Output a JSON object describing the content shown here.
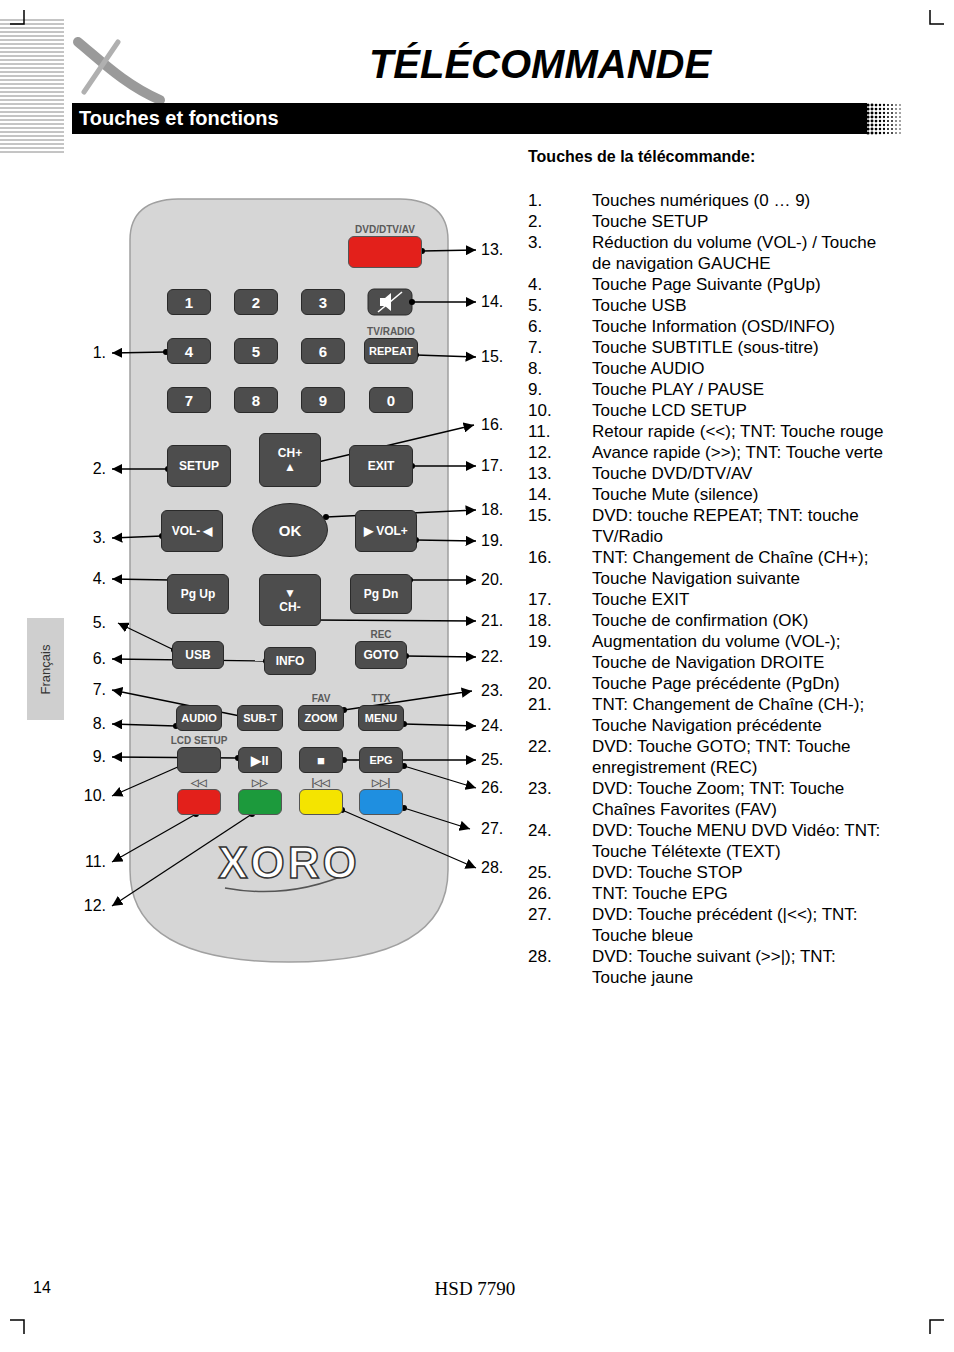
{
  "diagram": {
    "title": "TÉLÉCOMMANDE",
    "nodes": [
      {
        "text": [
          "Touches et fonctions"
        ]
      },
      {
        "text": [
          "Français"
        ]
      },
      {
        "text": [
          "XORO"
        ]
      },
      {
        "text": [
          "DVD/DTV/AV"
        ],
        "in": 2
      },
      {
        "text": [
          "1"
        ],
        "in": 2
      },
      {
        "text": [
          "2"
        ],
        "in": 2
      },
      {
        "text": [
          "3"
        ],
        "in": 2
      },
      {
        "text": [
          "4"
        ],
        "in": 2
      },
      {
        "text": [
          "5"
        ],
        "in": 2
      },
      {
        "text": [
          "6"
        ],
        "in": 2
      },
      {
        "text": [
          "TV/RADIO",
          "REPEAT"
        ],
        "in": 2
      },
      {
        "text": [
          "7"
        ],
        "in": 2
      },
      {
        "text": [
          "8"
        ],
        "in": 2
      },
      {
        "text": [
          "9"
        ],
        "in": 2
      },
      {
        "text": [
          "0"
        ],
        "in": 2
      },
      {
        "text": [
          "SETUP"
        ],
        "in": 2
      },
      {
        "text": [
          "CH+",
          "▲"
        ],
        "in": 2
      },
      {
        "text": [
          "EXIT"
        ],
        "in": 2
      },
      {
        "text": [
          "VOL-",
          "◀"
        ],
        "in": 2
      },
      {
        "text": [
          "OK"
        ],
        "in": 2
      },
      {
        "text": [
          "▶",
          "VOL+"
        ],
        "in": 2
      },
      {
        "text": [
          "Pg Up"
        ],
        "in": 2
      },
      {
        "text": [
          "▼",
          "CH-"
        ],
        "in": 2
      },
      {
        "text": [
          "Pg Dn"
        ],
        "in": 2
      },
      {
        "text": [
          "USB"
        ],
        "in": 2
      },
      {
        "text": [
          "INFO"
        ],
        "in": 2
      },
      {
        "text": [
          "REC",
          "GOTO"
        ],
        "in": 2
      },
      {
        "text": [
          "AUDIO"
        ],
        "in": 2
      },
      {
        "text": [
          "SUB-T"
        ],
        "in": 2
      },
      {
        "text": [
          "FAV",
          "ZOOM"
        ],
        "in": 2
      },
      {
        "text": [
          "TTX",
          "MENU"
        ],
        "in": 2
      },
      {
        "text": [
          "LCD SETUP"
        ],
        "in": 2
      },
      {
        "text": [
          "▶II"
        ],
        "in": 2
      },
      {
        "text": [
          "■"
        ],
        "in": 2
      },
      {
        "text": [
          "EPG"
        ],
        "in": 2
      },
      {
        "text": [
          "◁◁"
        ],
        "in": 2
      },
      {
        "text": [
          "▷▷"
        ],
        "in": 2
      },
      {
        "text": [
          "|◁◁"
        ],
        "in": 2
      },
      {
        "text": [
          "▷▷|"
        ],
        "in": 2
      }
    ],
    "labels": [
      "Touches de la télécommande:",
      "1.",
      "Touches numériques (0 … 9)",
      "2.",
      "Touche SETUP",
      "3.",
      "Réduction du volume (VOL-) / Touche de navigation GAUCHE",
      "4.",
      "Touche Page Suivante (PgUp)",
      "5.",
      "Touche USB",
      "6.",
      "Touche Information (OSD/INFO)",
      "7.",
      "Touche SUBTITLE (sous-titre)",
      "8.",
      "Touche AUDIO",
      "9.",
      "Touche PLAY / PAUSE",
      "10.",
      "Touche LCD SETUP",
      "11.",
      "Retour rapide (<<); TNT: Touche rouge",
      "12.",
      "Avance rapide (>>); TNT: Touche verte",
      "13.",
      "Touche DVD/DTV/AV",
      "14.",
      "Touche Mute (silence)",
      "15.",
      "DVD: touche REPEAT; TNT: touche TV/Radio",
      "16.",
      "TNT: Changement de Chaîne (CH+); Touche Navigation suivante",
      "17.",
      "Touche EXIT",
      "18.",
      "Touche de confirmation (OK)",
      "19.",
      "Augmentation du volume (VOL-); Touche de Navigation DROITE",
      "20.",
      "Touche Page précédente (PgDn)",
      "21.",
      "TNT: Changement de Chaîne (CH-); Touche Navigation précédente",
      "22.",
      "DVD: Touche GOTO; TNT: Touche enregistrement (REC)",
      "23.",
      "DVD: Touche Zoom; TNT: Touche Chaînes Favorites (FAV)",
      "24.",
      "DVD: Touche MENU DVD Vidéo: TNT: Touche Télétexte (TEXT)",
      "25.",
      "DVD: Touche STOP",
      "26.",
      "TNT: Touche EPG",
      "27.",
      "DVD: Touche précédent (|<<); TNT: Touche bleue",
      "28.",
      "DVD: Touche suivant (>>|); TNT: Touche jaune",
      "1.",
      "2.",
      "3.",
      "4.",
      "5.",
      "6.",
      "7.",
      "8.",
      "9.",
      "10.",
      "11.",
      "12.",
      "13.",
      "14.",
      "15.",
      "16.",
      "17.",
      "18.",
      "19.",
      "20.",
      "21.",
      "22.",
      "23.",
      "24.",
      "25.",
      "26.",
      "27.",
      "28.",
      "14",
      "HSD 7790"
    ]
  }
}
